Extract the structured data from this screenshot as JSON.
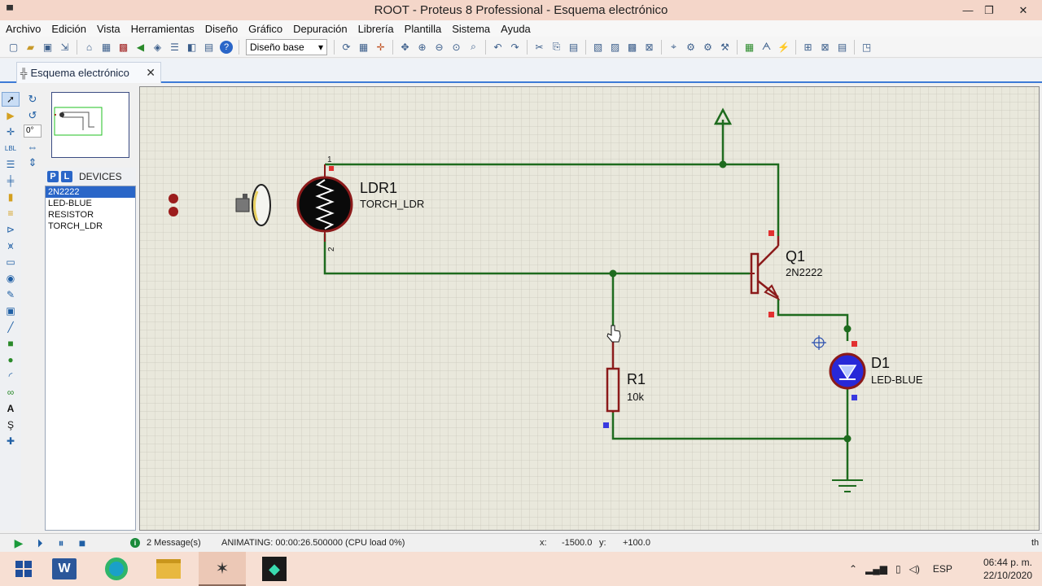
{
  "window": {
    "title": "ROOT - Proteus 8 Professional - Esquema electrónico",
    "minimize_glyph": "—",
    "maximize_glyph": "❐",
    "close_glyph": "✕"
  },
  "menu": [
    "Archivo",
    "Edición",
    "Vista",
    "Herramientas",
    "Diseño",
    "Gráfico",
    "Depuración",
    "Librería",
    "Plantilla",
    "Sistema",
    "Ayuda"
  ],
  "toolbar": {
    "design_select": "Diseño base"
  },
  "tab": {
    "label": "Esquema electrónico",
    "close": "✕"
  },
  "rotation": {
    "angle": "0°"
  },
  "devices": {
    "p_label": "P",
    "l_label": "L",
    "title": "DEVICES",
    "items": [
      "2N2222",
      "LED-BLUE",
      "RESISTOR",
      "TORCH_LDR"
    ],
    "selected_index": 0
  },
  "schematic": {
    "ldr": {
      "ref": "LDR1",
      "value": "TORCH_LDR",
      "pin1": "1",
      "pin2": "2"
    },
    "q1": {
      "ref": "Q1",
      "value": "2N2222"
    },
    "r1": {
      "ref": "R1",
      "value": "10k"
    },
    "d1": {
      "ref": "D1",
      "value": "LED-BLUE"
    },
    "colors": {
      "wire": "#1e6b1e",
      "component": "#8b1a1a",
      "grid_bg": "#e9e8dc",
      "pin_red": "#e23030",
      "pin_blue": "#3a3ae0"
    }
  },
  "status": {
    "messages": "2 Message(s)",
    "animating": "ANIMATING: 00:00:26.500000 (CPU load 0%)",
    "x_label": "x:",
    "x_value": "-1500.0",
    "y_label": "y:",
    "y_value": "+100.0",
    "tail": "th"
  },
  "taskbar": {
    "language": "ESP",
    "time": "06:44 p. m.",
    "date": "22/10/2020"
  }
}
